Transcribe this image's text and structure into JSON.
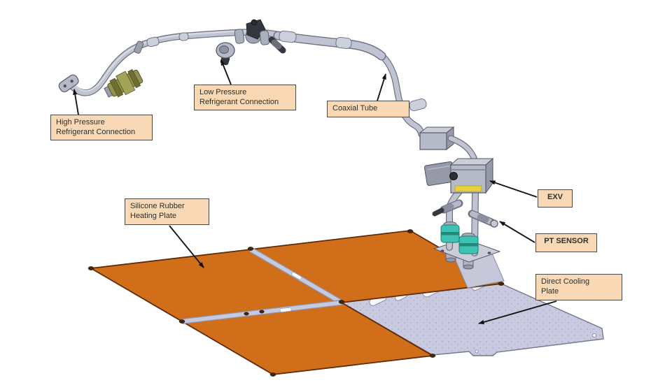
{
  "diagram": {
    "labels": {
      "high_pressure": {
        "line1": "High Pressure",
        "line2": "Refrigerant Connection"
      },
      "low_pressure": {
        "line1": "Low Pressure",
        "line2": "Refrigerant Connection"
      },
      "coaxial_tube": {
        "line1": "Coaxial Tube"
      },
      "exv": {
        "line1": "EXV"
      },
      "pt_sensor": {
        "line1": "PT SENSOR"
      },
      "heating_plate": {
        "line1": "Silicone Rubber",
        "line2": "Heating Plate"
      },
      "cooling_plate": {
        "line1": "Direct Cooling",
        "line2": "Plate"
      }
    }
  },
  "colors": {
    "label_fill": "#f8d8b5",
    "label_border": "#4a4a46",
    "heating_plate_orange": "#d06e1a",
    "cooling_plate_gray": "#c9cadf",
    "pipe_gray": "#c0c4d2",
    "clamp_teal": "#3ec2b4",
    "exv_band_yellow": "#e8d23c",
    "connector_olive": "#93934e"
  }
}
